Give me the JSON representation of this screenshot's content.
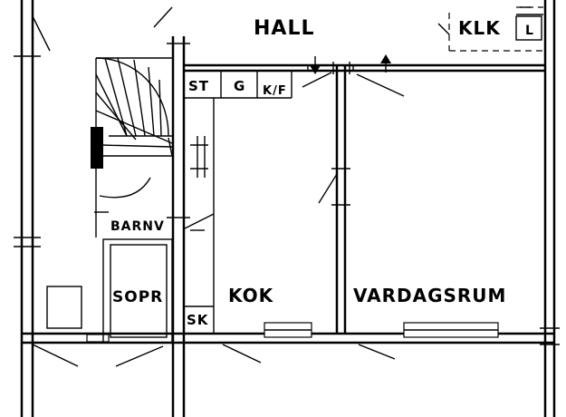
{
  "plan": {
    "rooms": {
      "hall": "HALL",
      "klk": "KLK",
      "l": "L",
      "st": "ST",
      "g": "G",
      "kf": "K/F",
      "barnv": "BARNV",
      "sopr": "SOPR",
      "kok": "KOK",
      "sk": "SK",
      "vardagsrum": "VARDAGSRUM"
    }
  }
}
